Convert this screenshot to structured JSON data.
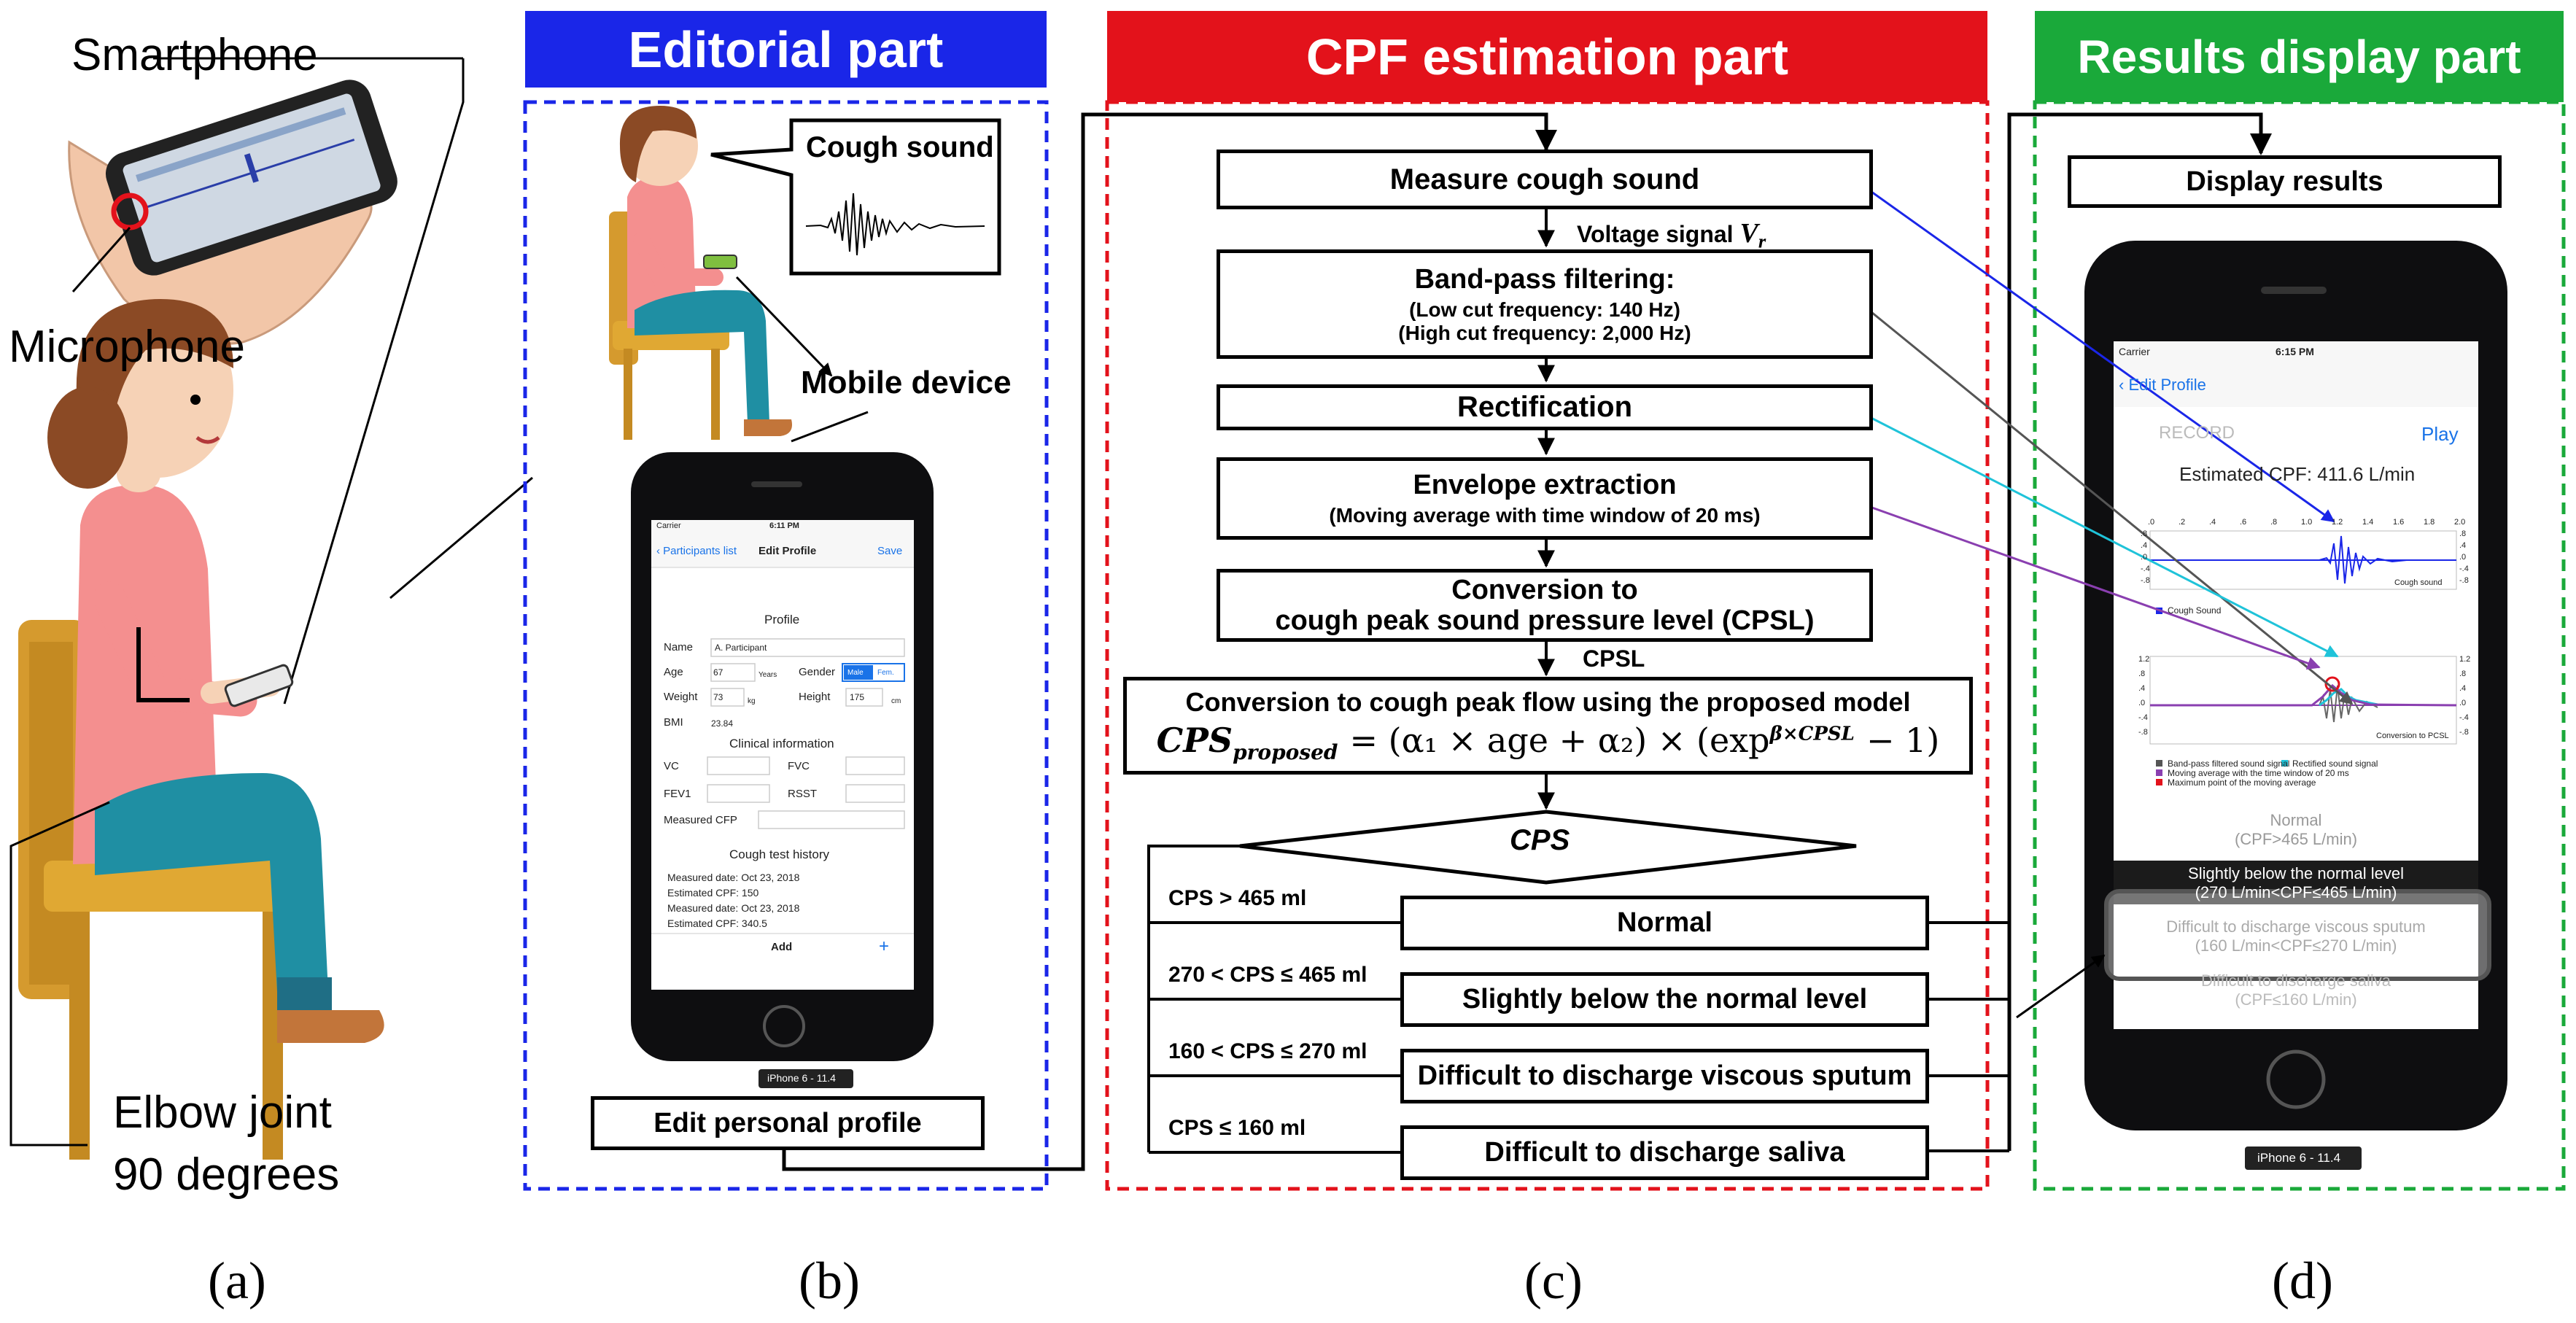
{
  "panel_a": {
    "smartphone_label": "Smartphone",
    "microphone_label": "Microphone",
    "elbow_label_line1": "Elbow joint",
    "elbow_label_line2": "90 degrees"
  },
  "panel_b": {
    "header": "Editorial part",
    "speech_bubble": "Cough sound",
    "mobile_device_label": "Mobile device",
    "edit_profile_box": "Edit personal profile",
    "phone": {
      "status_carrier": "Carrier",
      "status_time": "6:11 PM",
      "nav_back": "Participants list",
      "nav_title": "Edit Profile",
      "nav_save": "Save",
      "profile_heading": "Profile",
      "name_label": "Name",
      "name_value": "A. Participant",
      "age_label": "Age",
      "age_value": "67",
      "age_unit": "Years",
      "gender_label": "Gender",
      "gender_male": "Male",
      "gender_female": "Fem.",
      "weight_label": "Weight",
      "weight_value": "73",
      "weight_unit": "kg",
      "height_label": "Height",
      "height_value": "175",
      "height_unit": "cm",
      "bmi_label": "BMI",
      "bmi_value": "23.84",
      "clinical_heading": "Clinical information",
      "vc_label": "VC",
      "fvc_label": "FVC",
      "fev1_label": "FEV1",
      "rsst_label": "RSST",
      "measured_cfp_label": "Measured CFP",
      "history_heading": "Cough test history",
      "h1_date_label": "Measured date:",
      "h1_date": "Oct 23, 2018",
      "h1_cpf_label": "Estimated CPF:",
      "h1_cpf": "150",
      "h2_date_label": "Measured date:",
      "h2_date": "Oct 23, 2018",
      "h2_cpf_label": "Estimated CPF:",
      "h2_cpf": "340.5",
      "add_label": "Add",
      "add_plus": "+",
      "device_tag": "iPhone 6 - 11.4"
    }
  },
  "panel_c": {
    "header": "CPF estimation part",
    "step1": "Measure cough sound",
    "voltage_label": "Voltage signal",
    "voltage_symbol": "V",
    "voltage_sub": "r",
    "step2_title": "Band-pass filtering:",
    "step2_line1": "(Low cut frequency: 140 Hz)",
    "step2_line2": "(High cut frequency: 2,000 Hz)",
    "step3": "Rectification",
    "step4_title": "Envelope extraction",
    "step4_line1": "(Moving average with time window of 20 ms)",
    "step5_line1": "Conversion to",
    "step5_line2": "cough peak sound pressure level (CPSL)",
    "cpsl_label": "CPSL",
    "step6_title": "Conversion to cough peak flow using the proposed model",
    "formula_lhs": "CPS",
    "formula_lhs_sub": "proposed",
    "formula_rhs": "= (α₁ × age + α₂) × (exp",
    "formula_exp": "β×CPSL",
    "formula_tail": "− 1)",
    "decision": "CPS",
    "cond1": "CPS > 465 ml",
    "cond2": "270 < CPS ≤ 465 ml",
    "cond3": "160 < CPS ≤ 270 ml",
    "cond4": "CPS ≤ 160 ml",
    "out1": "Normal",
    "out2": "Slightly below the normal level",
    "out3": "Difficult to discharge viscous sputum",
    "out4": "Difficult to discharge saliva"
  },
  "panel_d": {
    "header": "Results display part",
    "display_box": "Display results",
    "phone": {
      "status_carrier": "Carrier",
      "status_time": "6:15 PM",
      "nav_back": "Edit Profile",
      "record": "RECORD",
      "play": "Play",
      "estimated": "Estimated CPF: 411.6 L/min",
      "ticks_top": [
        ".0",
        ".2",
        ".4",
        ".6",
        ".8",
        "1.0",
        "1.2",
        "1.4",
        "1.6",
        "1.8",
        "2.0"
      ],
      "yticks1": [
        ".8",
        ".4",
        ".0",
        "-.4",
        "-.8"
      ],
      "yticks2": [
        "1.2",
        ".8",
        ".4",
        ".0",
        "-.4",
        "-.8"
      ],
      "plot1_caption": "Cough sound",
      "legend1": "Cough Sound",
      "plot2_caption": "Conversion to PCSL",
      "legend2_a": "Band-pass filtered sound signal",
      "legend2_b": "Rectified sound signal",
      "legend2_c": "Moving average with the time window of 20 ms",
      "legend2_d": "Maximum point of the moving average",
      "res1_line1": "Normal",
      "res1_line2": "(CPF>465 L/min)",
      "res2_line1": "Slightly below the normal level",
      "res2_line2": "(270 L/min<CPF≤465 L/min)",
      "res3_line1": "Difficult to discharge viscous sputum",
      "res3_line2": "(160 L/min<CPF≤270 L/min)",
      "res4_line1": "Difficult to discharge saliva",
      "res4_line2": "(CPF≤160 L/min)",
      "device_tag": "iPhone 6 - 11.4"
    }
  },
  "captions": {
    "a": "(a)",
    "b": "(b)",
    "c": "(c)",
    "d": "(d)"
  },
  "colors": {
    "blue": "#1a26e8",
    "red": "#e3121b",
    "green": "#1aa93a"
  }
}
